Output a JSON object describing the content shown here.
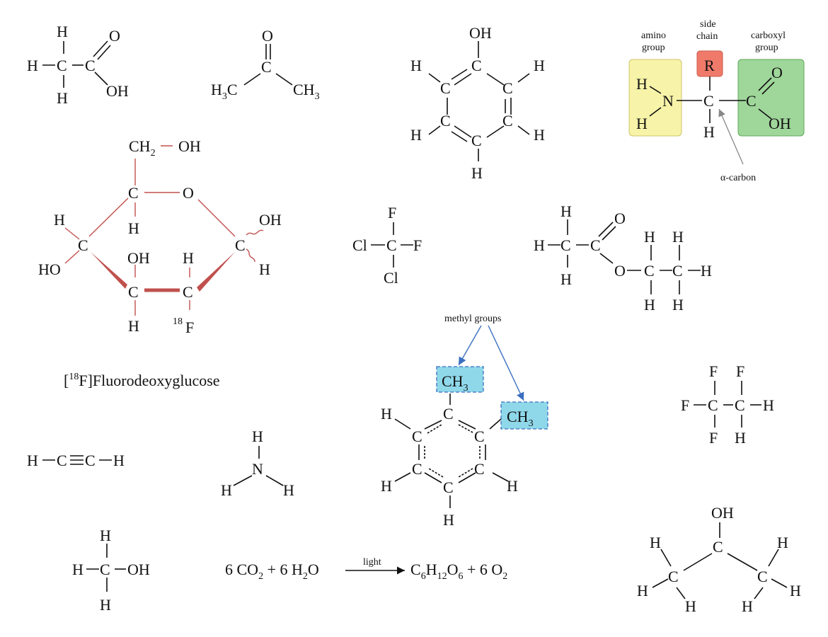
{
  "atoms": {
    "C": "C",
    "H": "H",
    "O": "O",
    "N": "N",
    "F": "F",
    "Cl": "Cl",
    "R": "R",
    "OH": "OH",
    "HO": "HO",
    "H3C": "H3C",
    "CH3": "CH3",
    "CH2": "CH2"
  },
  "labels": {
    "amino": [
      "amino",
      "group"
    ],
    "side": [
      "side",
      "chain"
    ],
    "carboxyl": [
      "carboxyl",
      "group"
    ],
    "alpha_carbon": "α-carbon",
    "methyl_groups": "methyl groups",
    "fdg_name": "[18F]Fluorodeoxyglucose",
    "light": "light",
    "isotope": "18"
  },
  "equation": {
    "left": "6 CO2 + 6 H2O",
    "right": "C6H12O6 + 6 O2"
  },
  "colors": {
    "amino_box": "#f7f3a8",
    "carboxyl_box": "#9fd69a",
    "side_chain_box": "#f07a6a",
    "methyl_box": "#8fd8ea",
    "methyl_arrow": "#3a6fbf",
    "fdg_ring": "#c0504d",
    "alpha_arrow": "#888888"
  }
}
